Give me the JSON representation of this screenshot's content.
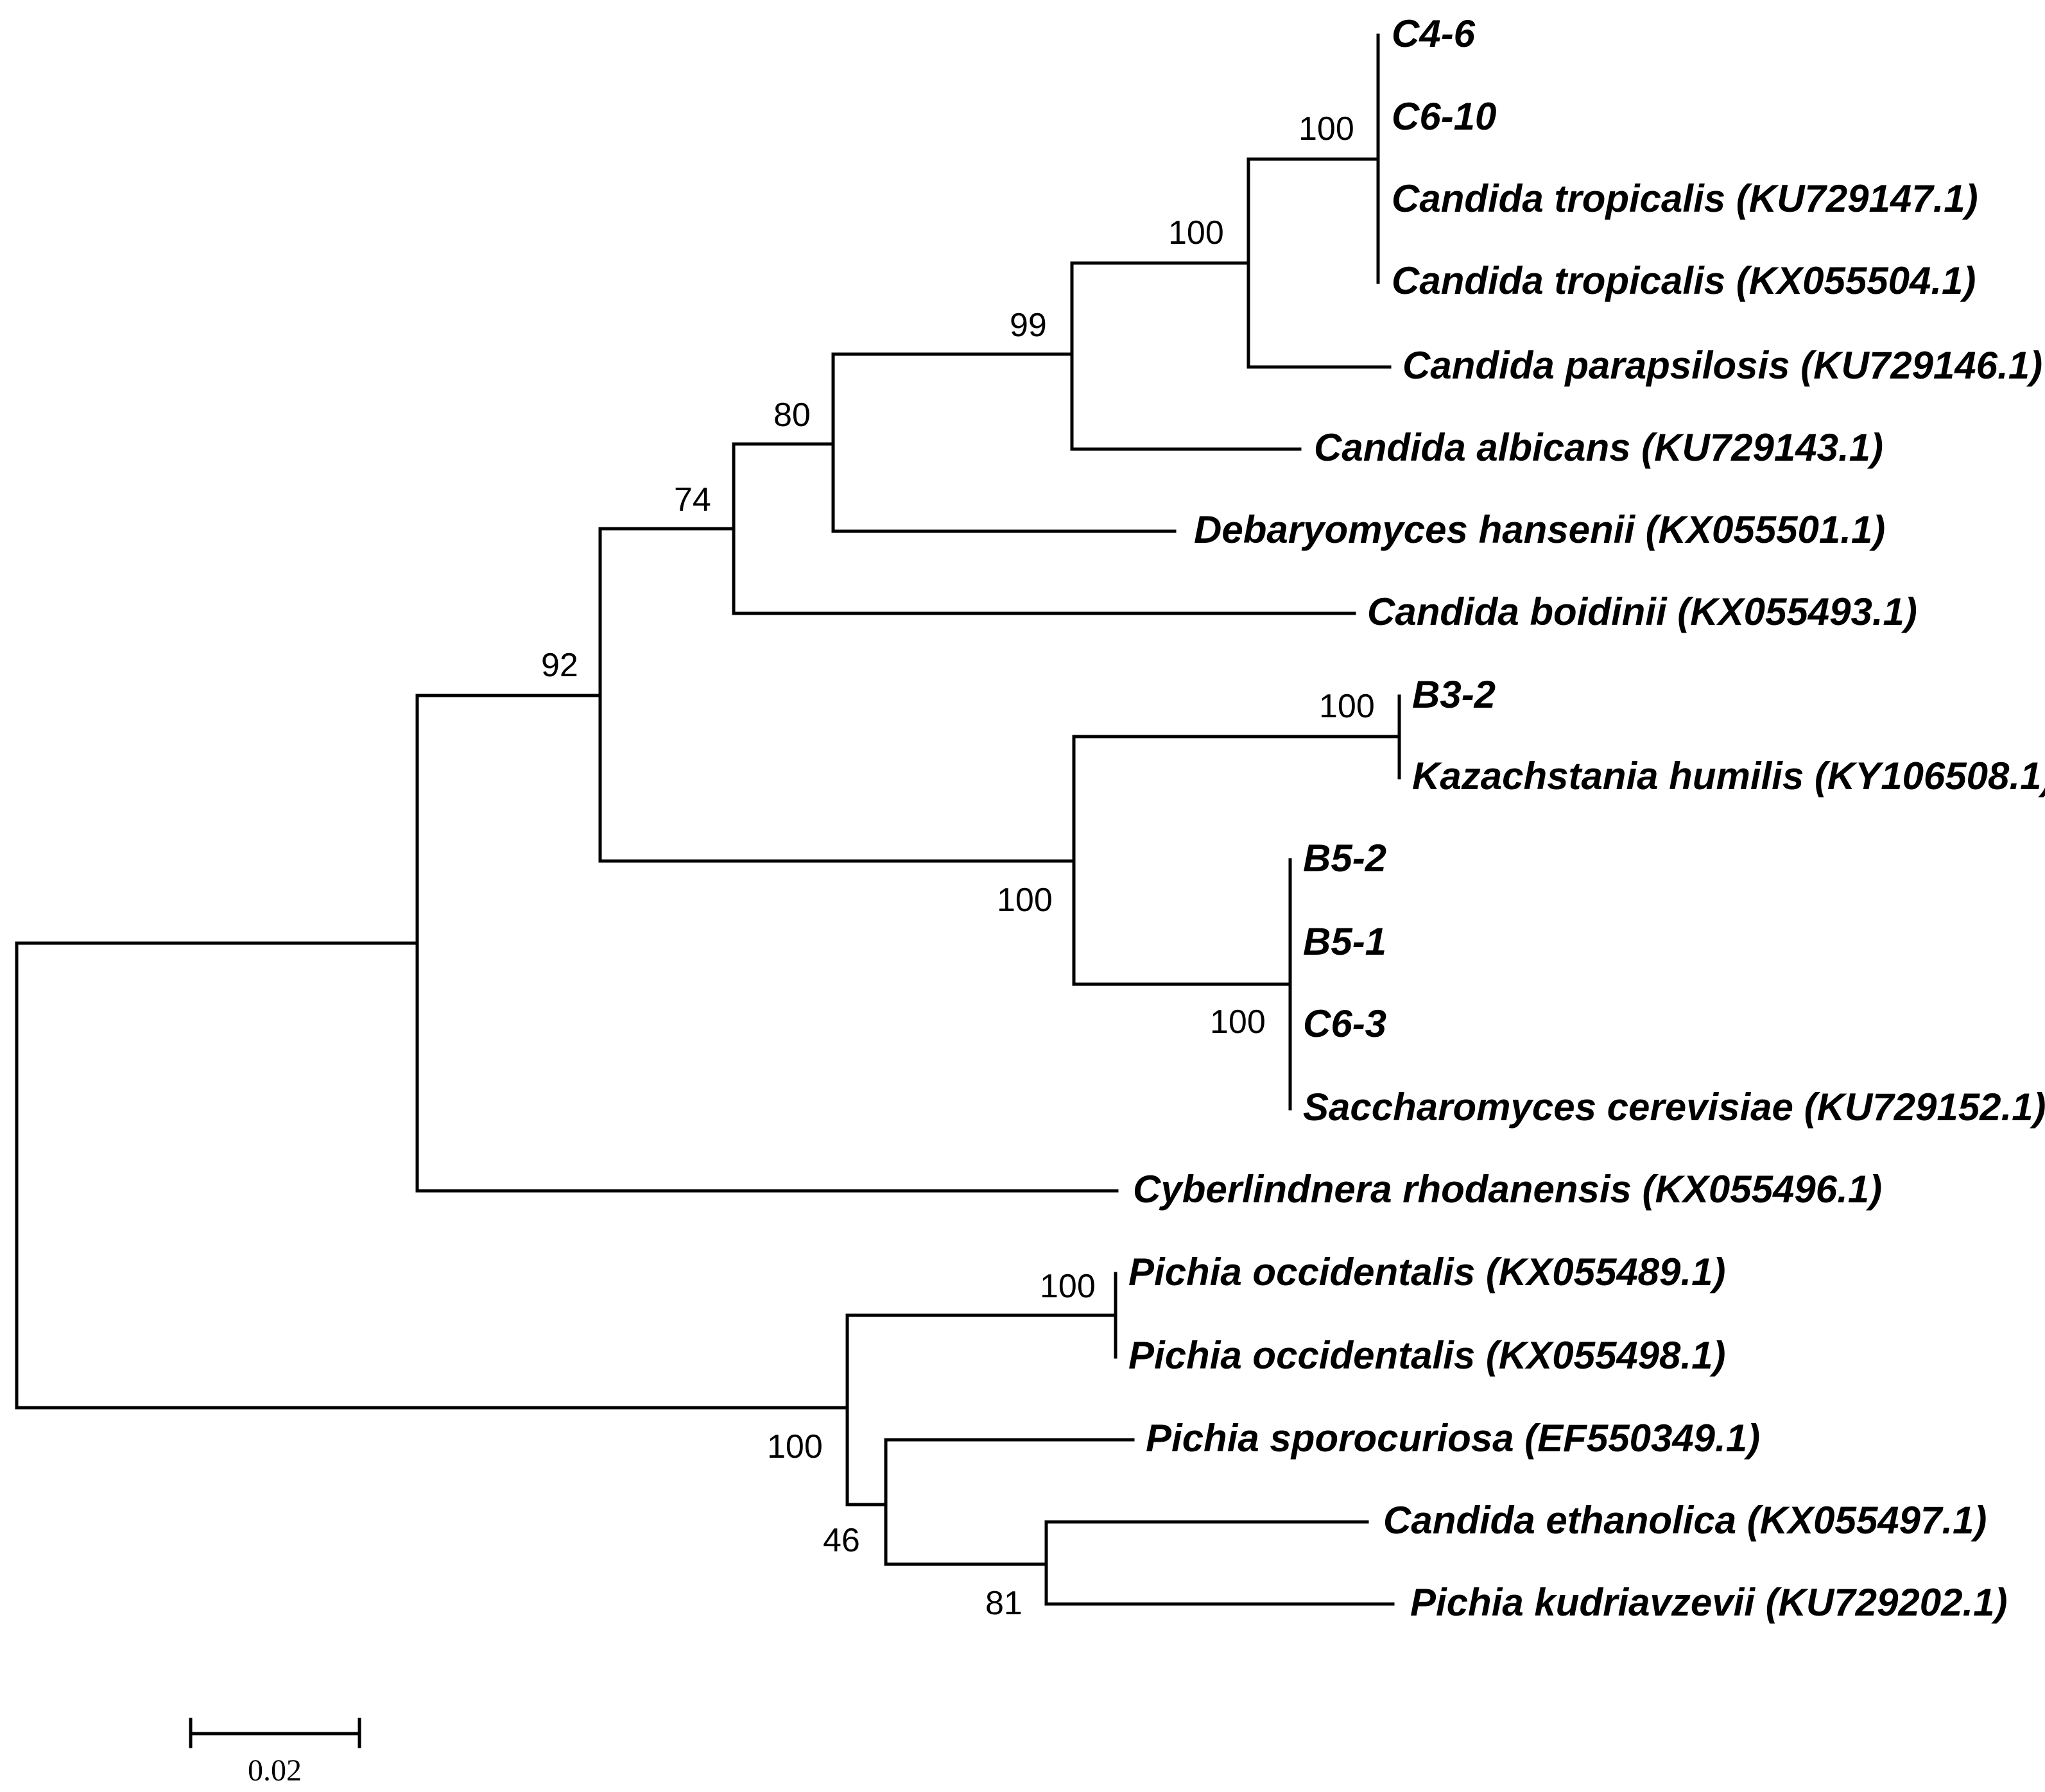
{
  "tree": {
    "leaves": [
      "C4-6",
      "C6-10",
      "Candida tropicalis (KU729147.1)",
      "Candida tropicalis (KX055504.1)",
      "Candida parapsilosis (KU729146.1)",
      "Candida albicans (KU729143.1)",
      "Debaryomyces hansenii (KX055501.1)",
      "Candida boidinii (KX055493.1)",
      "B3-2",
      "Kazachstania humilis (KY106508.1)",
      "B5-2",
      "B5-1",
      "C6-3",
      "Saccharomyces cerevisiae (KU729152.1)",
      "Cyberlindnera rhodanensis (KX055496.1)",
      "Pichia occidentalis (KX055489.1)",
      "Pichia occidentalis (KX055498.1)",
      "Pichia sporocuriosa (EF550349.1)",
      "Candida ethanolica (KX055497.1)",
      "Pichia kudriavzevii (KU729202.1)"
    ],
    "bootstrap_values": [
      "100",
      "100",
      "99",
      "80",
      "74",
      "92",
      "100",
      "100",
      "100",
      "100",
      "100",
      "46",
      "81"
    ],
    "scale_bar_label": "0.02",
    "line_color": "#000000",
    "text_color": "#000000",
    "background": "#ffffff"
  }
}
